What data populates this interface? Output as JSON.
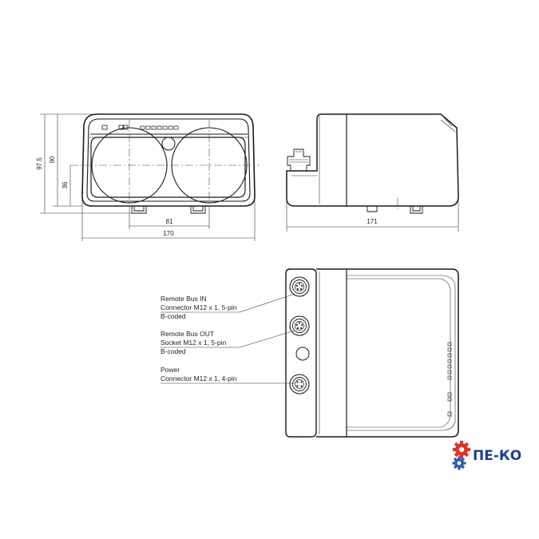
{
  "dimensions": {
    "front_height_total": "97.5",
    "front_height": "90",
    "front_mount_height": "36",
    "mount_spacing": "81",
    "front_width": "170",
    "side_depth": "171"
  },
  "callouts": [
    {
      "lines": [
        "Remote Bus IN",
        "Connector M12 x 1, 5-pin",
        "B-coded"
      ]
    },
    {
      "lines": [
        "Remote Bus OUT",
        "Socket M12 x 1, 5-pin",
        "B-coded"
      ]
    },
    {
      "lines": [
        "Power",
        "Connector M12 x 1, 4-pin"
      ]
    }
  ],
  "logo": {
    "text": "ПЕ-КО",
    "icon": "gear-icon",
    "gear_colors": [
      "#d9342b",
      "#2a5db0"
    ]
  }
}
